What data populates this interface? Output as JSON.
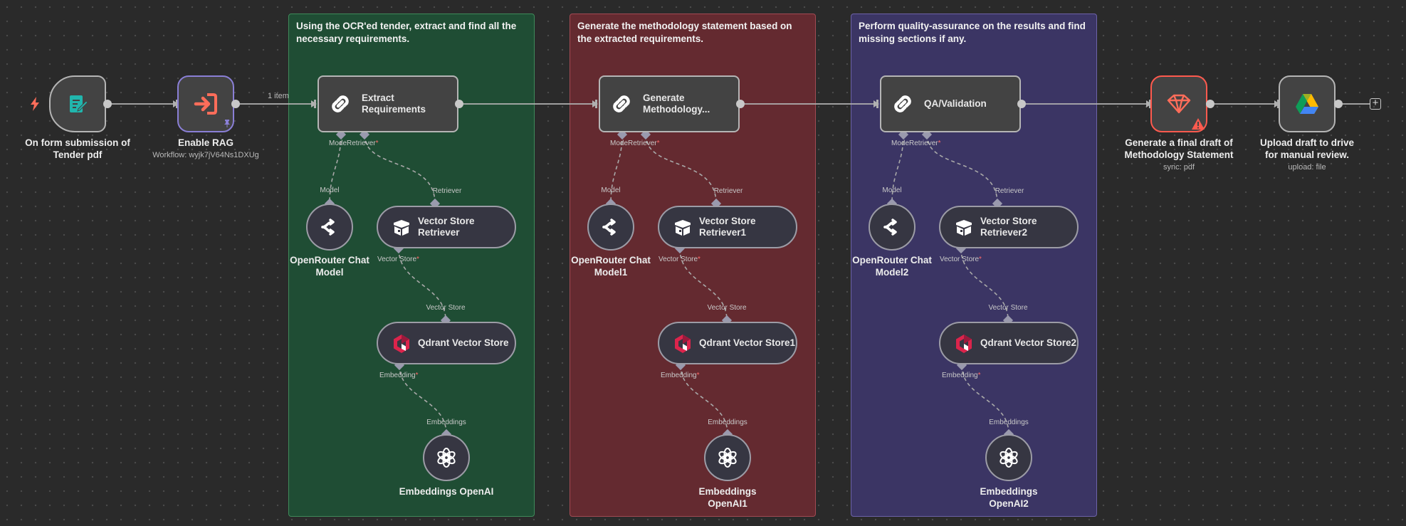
{
  "groups": [
    {
      "id": "g1",
      "text": "Using the OCR'ed tender, extract and find all the necessary requirements.",
      "color": "#1f4d34"
    },
    {
      "id": "g2",
      "text": "Generate the methodology statement based on the extracted requirements.",
      "color": "#642a30"
    },
    {
      "id": "g3",
      "text": "Perform quality-assurance on the results and find missing sections if any.",
      "color": "#3b3564"
    }
  ],
  "main_flow": {
    "trigger": {
      "label": "On form submission of Tender pdf"
    },
    "enable_rag": {
      "label": "Enable RAG",
      "sublabel": "Workflow: wyjk7jV64Ns1DXUg"
    },
    "item_count": "1 item",
    "final_draft": {
      "label": "Generate a final draft of Methodology Statement",
      "sublabel": "sync: pdf"
    },
    "upload": {
      "label": "Upload draft to drive for manual review.",
      "sublabel": "upload: file"
    }
  },
  "clusters": [
    {
      "agent": "Extract Requirements",
      "chat_model": "OpenRouter Chat Model",
      "retriever": "Vector Store Retriever",
      "vector_store": "Qdrant Vector Store",
      "embeddings": "Embeddings OpenAI"
    },
    {
      "agent": "Generate Methodology...",
      "chat_model": "OpenRouter Chat Model1",
      "retriever": "Vector Store Retriever1",
      "vector_store": "Qdrant Vector Store1",
      "embeddings": "Embeddings OpenAI1"
    },
    {
      "agent": "QA/Validation",
      "chat_model": "OpenRouter Chat Model2",
      "retriever": "Vector Store Retriever2",
      "vector_store": "Qdrant Vector Store2",
      "embeddings": "Embeddings OpenAI2"
    }
  ],
  "ports": {
    "model": "Model",
    "retriever_short": "Retriever",
    "model_retriever": "ModeRetriever",
    "vector_store": "Vector Store",
    "embedding": "Embedding",
    "embeddings": "Embeddings",
    "required": "*"
  },
  "colors": {
    "trigger_accent": "#ff6d5a",
    "rag_border": "#8a7fd6",
    "warning": "#ff5a4e",
    "canvas": "#2a2a2a"
  },
  "icons": {
    "trigger": "form-icon",
    "bolt": "lightning-icon",
    "rag": "sign-in-arrow-icon",
    "pin": "pin-icon",
    "agent": "link-chain-icon",
    "chat": "openrouter-icon",
    "retriever": "box-icon",
    "qdrant": "qdrant-icon",
    "embeddings": "openai-icon",
    "pdf": "pdf-tool-icon",
    "drive": "google-drive-icon",
    "add": "plus-icon"
  }
}
